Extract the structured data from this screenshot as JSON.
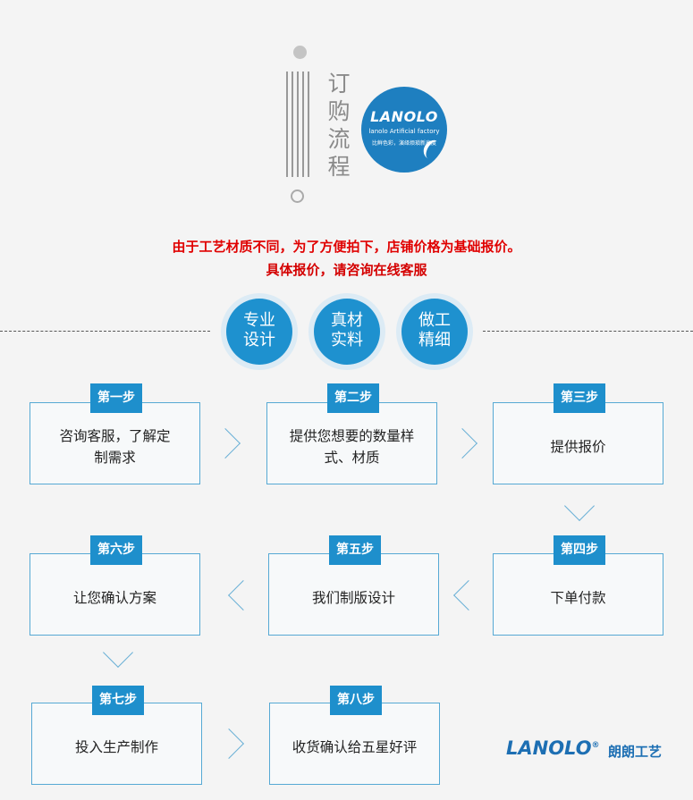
{
  "header": {
    "title_chars": [
      "订",
      "购",
      "流",
      "程"
    ],
    "logo": {
      "brand": "LANOLO",
      "subtitle": "lanolo Artificial factory",
      "tagline": "比鲜色彩，演绎烦琐新高度"
    }
  },
  "notice": {
    "line1": "由于工艺材质不同，为了方便拍下，店铺价格为基础报价。",
    "line2": "具体报价，请咨询在线客服"
  },
  "badges": [
    {
      "line1": "专业",
      "line2": "设计"
    },
    {
      "line1": "真材",
      "line2": "实料"
    },
    {
      "line1": "做工",
      "line2": "精细"
    }
  ],
  "steps": [
    {
      "label": "第一步",
      "text": "咨询客服，了解定制需求"
    },
    {
      "label": "第二步",
      "text": "提供您想要的数量样式、材质"
    },
    {
      "label": "第三步",
      "text": "提供报价"
    },
    {
      "label": "第四步",
      "text": "下单付款"
    },
    {
      "label": "第五步",
      "text": "我们制版设计"
    },
    {
      "label": "第六步",
      "text": "让您确认方案"
    },
    {
      "label": "第七步",
      "text": "投入生产制作"
    },
    {
      "label": "第八步",
      "text": "收货确认给五星好评"
    }
  ],
  "footer": {
    "brand": "LANOLO",
    "reg": "®",
    "name_cn": "朗朗工艺"
  },
  "colors": {
    "accent": "#1e8fcc",
    "notice_red": "#e00000",
    "box_border": "#56a9d4"
  }
}
